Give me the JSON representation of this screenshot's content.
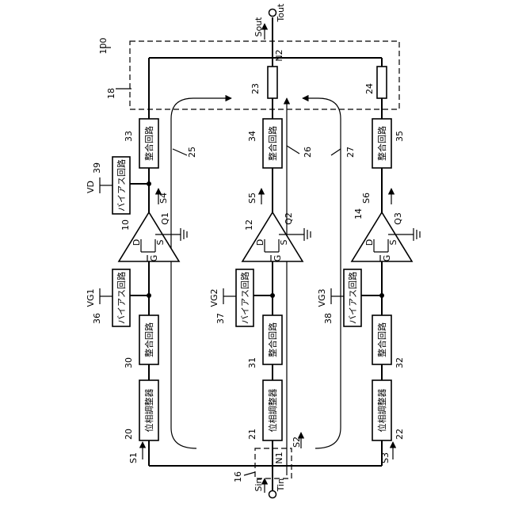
{
  "module": {
    "ref": "100",
    "input_node": "N1",
    "output_node": "N2"
  },
  "terminals": {
    "input": {
      "signal": "Sin",
      "name": "Tin"
    },
    "output": {
      "signal": "Sout",
      "name": "Tout"
    }
  },
  "block_labels": {
    "phase_shifter": "位相調整器",
    "matching": "整合回路",
    "bias": "バイアス回路"
  },
  "branches": [
    {
      "phase": "20",
      "in_match": "30",
      "bias_in": "36",
      "gate_bias": "VG1",
      "amp": "10",
      "transistor": "Q1",
      "bias_out": "39",
      "drain_bias": "VD",
      "out_match": "33",
      "path": "25",
      "in_signal": "S1",
      "out_signal": "S4",
      "term_G": "G",
      "term_D": "D",
      "term_S": "S"
    },
    {
      "phase": "21",
      "in_match": "31",
      "bias_in": "37",
      "gate_bias": "VG2",
      "amp": "12",
      "transistor": "Q2",
      "out_match": "34",
      "resistor": "23",
      "path": "26",
      "in_signal": "S2",
      "out_signal": "S5",
      "term_G": "G",
      "term_D": "D",
      "term_S": "S"
    },
    {
      "phase": "22",
      "in_match": "32",
      "bias_in": "38",
      "gate_bias": "VG3",
      "amp": "14",
      "transistor": "Q3",
      "out_match": "35",
      "resistor": "24",
      "path": "27",
      "in_signal": "S3",
      "out_signal": "S6",
      "term_G": "G",
      "term_D": "D",
      "term_S": "S"
    }
  ],
  "input_divider": "16",
  "combiner": "18"
}
